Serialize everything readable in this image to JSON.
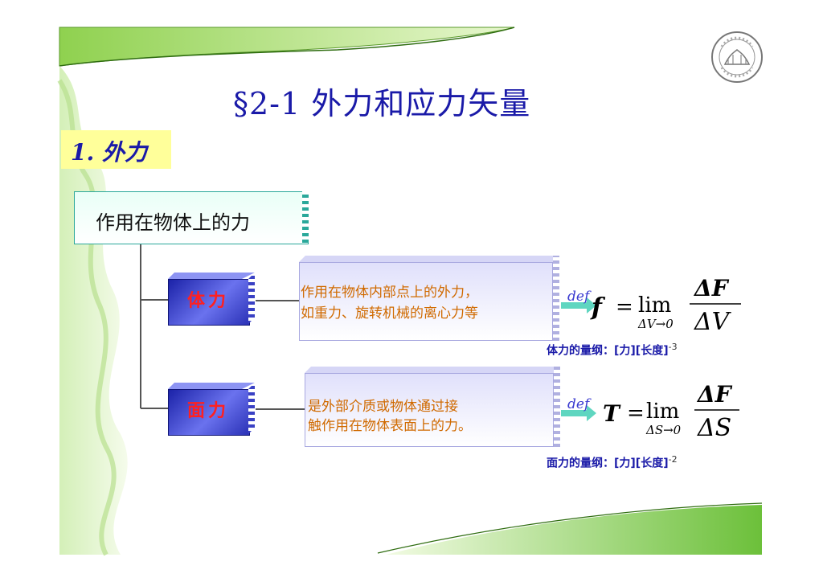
{
  "slide": {
    "title": "§2-1   外力和应力矢量",
    "section_label": "1. 外力",
    "root_label": "作用在物体上的力"
  },
  "body_force": {
    "label": "体力",
    "desc_line1": "作用在物体内部点上的外力，",
    "desc_line2": "如重力、旋转机械的离心力等",
    "def": "def",
    "symbol": "f",
    "limit_var": "ΔV→0",
    "numerator": "ΔF",
    "denominator": "ΔV",
    "dim_label": "体力的量纲：",
    "dim_units": "[力][长度]",
    "dim_exp": "-3"
  },
  "surface_force": {
    "label": "面力",
    "desc_line1": "是外部介质或物体通过接",
    "desc_line2": "触作用在物体表面上的力。",
    "def": "def",
    "symbol": "T",
    "limit_var": "ΔS→0",
    "numerator": "ΔF",
    "denominator": "ΔS",
    "dim_label": "面力的量纲：",
    "dim_units": "[力][长度]",
    "dim_exp": "-2"
  },
  "formula_common": {
    "equals": "=",
    "lim": "lim"
  },
  "colors": {
    "title": "#1a1aa8",
    "force_label": "#ff2020",
    "desc_text": "#d06a00",
    "section_bg": "#ffff9a",
    "green_deco": "#7ac943"
  }
}
